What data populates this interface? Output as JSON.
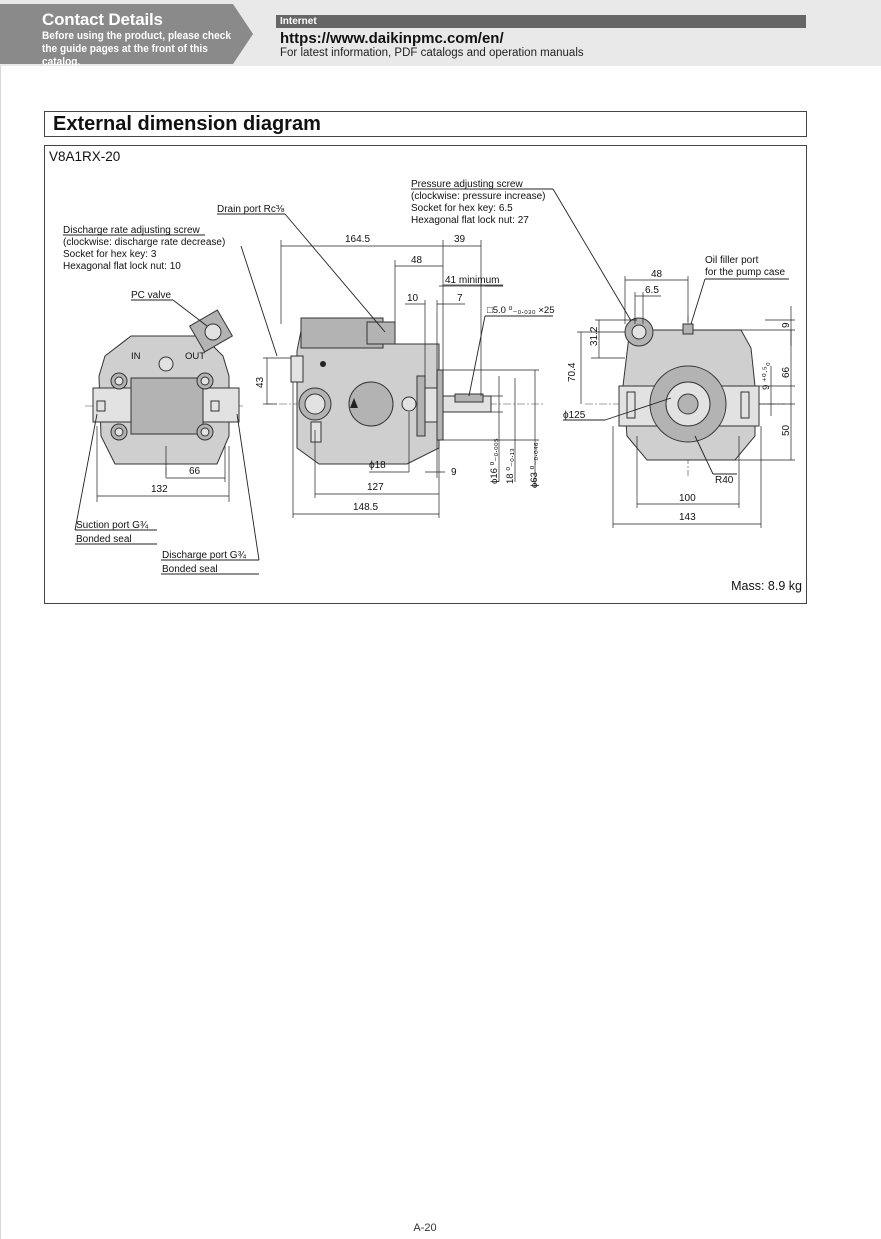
{
  "header": {
    "contact_title": "Contact Details",
    "contact_sub": "Before using the product, please check the guide pages at the front of this catalog.",
    "internet_label": "Internet",
    "url": "https://www.daikinpmc.com/en/",
    "url_info": "For latest information, PDF catalogs and operation manuals"
  },
  "section": {
    "title": "External dimension diagram",
    "model": "V8A1RX-20",
    "mass": "Mass: 8.9 kg"
  },
  "labels": {
    "drain_port": "Drain port Rc⅜",
    "discharge_rate_1": "Discharge rate adjusting screw",
    "discharge_rate_2": "(clockwise: discharge rate decrease)",
    "discharge_rate_3": "Socket for hex key: 3",
    "discharge_rate_4": "Hexagonal flat lock nut: 10",
    "pc_valve": "PC valve",
    "pressure_1": "Pressure adjusting screw",
    "pressure_2": "(clockwise: pressure increase)",
    "pressure_3": "Socket for hex key: 6.5",
    "pressure_4": "Hexagonal flat lock nut: 27",
    "oil_filler_1": "Oil filler port",
    "oil_filler_2": "for the pump case",
    "suction_port": "Suction port G¾",
    "suction_seal": "Bonded seal",
    "discharge_port": "Discharge port G¾",
    "discharge_seal": "Bonded seal",
    "port_in": "IN",
    "port_out": "OUT"
  },
  "dims": {
    "d164_5": "164.5",
    "d39": "39",
    "d48a": "48",
    "d41min": "41 minimum",
    "d10": "10",
    "d7": "7",
    "key": "□5.0 ⁰₋₀.₀₃₀ ×25",
    "d43": "43",
    "d18": "ϕ18",
    "d9": "9",
    "d127": "127",
    "d148_5": "148.5",
    "d66a": "66",
    "d132": "132",
    "phi16": "ϕ16 ⁰₋₀.₀₀₅",
    "d18b": "18 ⁰₋₀.₁₃",
    "phi63": "ϕ63 ⁰₋₀.₀₄₆",
    "d48b": "48",
    "d6_5": "6.5",
    "d31_2": "31.2",
    "d70_4": "70.4",
    "phi125": "ϕ125",
    "d9b": "9",
    "d9c": "9 ⁺⁰·⁵₀",
    "d66b": "66",
    "d50": "50",
    "r40": "R40",
    "d100": "100",
    "d143": "143"
  },
  "footer": {
    "page": "A-20"
  }
}
